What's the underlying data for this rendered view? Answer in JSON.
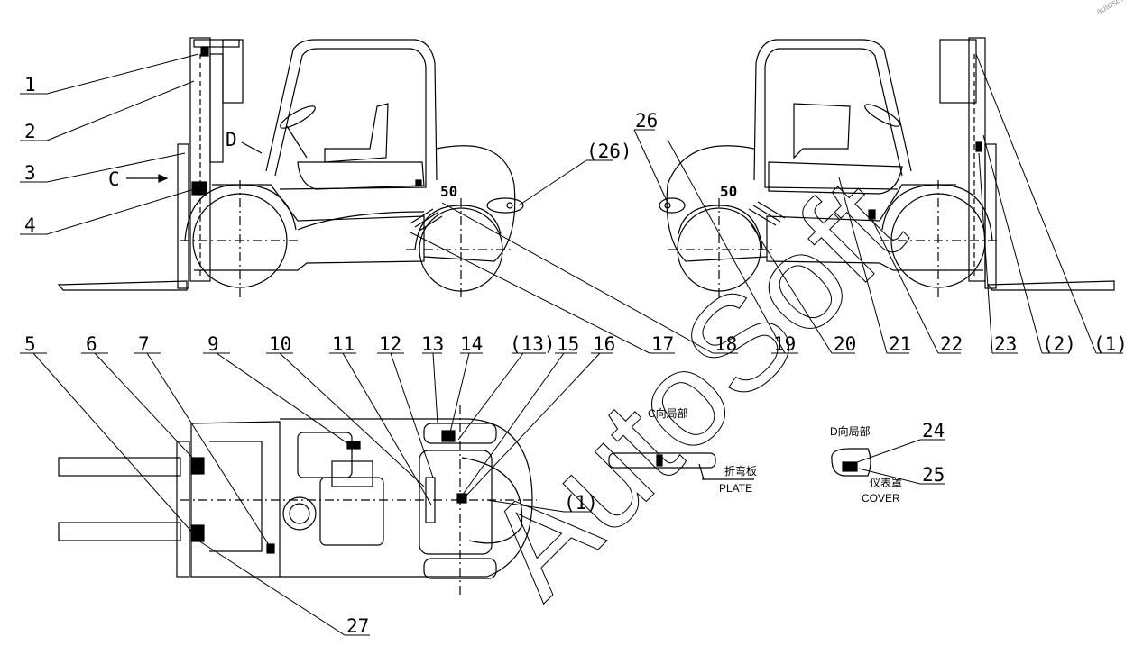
{
  "callouts_top": [
    "1",
    "2",
    "3",
    "4",
    "26",
    "(26)"
  ],
  "callouts_bottom": [
    "5",
    "6",
    "7",
    "9",
    "10",
    "11",
    "12",
    "13",
    "14",
    "(13)",
    "15",
    "16",
    "17",
    "18",
    "19",
    "20",
    "21",
    "22",
    "23",
    "(2)",
    "(1)"
  ],
  "callouts_misc": [
    "(1)",
    "24",
    "25",
    "27"
  ],
  "view_c_marker": "C",
  "view_d_marker": "D",
  "badge_left": "50",
  "badge_right": "50",
  "detail_c": {
    "title": "C向局部",
    "label_cn": "折弯板",
    "label_en": "PLATE"
  },
  "detail_d": {
    "title": "D向局部",
    "label_cn": "仪表罩",
    "label_en": "COVER"
  },
  "watermark": "AutoSoft",
  "corner_mark": "autosoft"
}
